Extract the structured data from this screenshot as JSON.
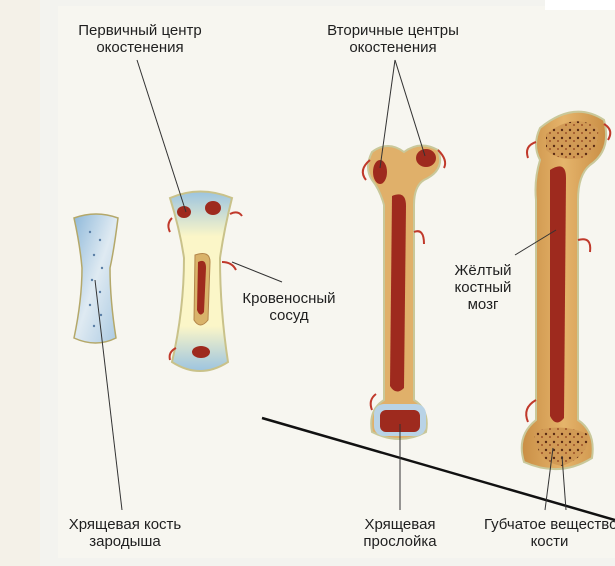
{
  "labels": {
    "primary_center": [
      "Первичный центр",
      "окостенения"
    ],
    "secondary_centers": [
      "Вторичные центры",
      "окостенения"
    ],
    "blood_vessel": [
      "Кровеносный",
      "сосуд"
    ],
    "yellow_marrow": [
      "Жёлтый",
      "костный",
      "мозг"
    ],
    "embryo_cartilage": [
      "Хрящевая кость",
      "зародыша"
    ],
    "cartilage_layer": [
      "Хрящевая",
      "прослойка"
    ],
    "spongy_bone": [
      "Губчатое вещество",
      "кости"
    ]
  },
  "colors": {
    "cartilage": "#b9d3e6",
    "bone": "#d9a45a",
    "marrow": "#9e2a1e",
    "vessel": "#c0392b",
    "outline": "#c7c9a0"
  }
}
